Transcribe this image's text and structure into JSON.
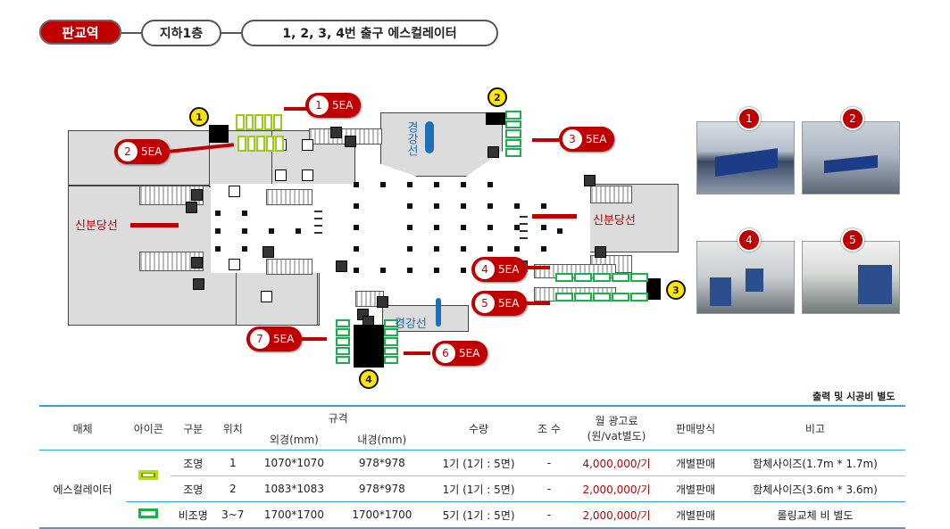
{
  "header": {
    "station": "판교역",
    "floor": "지하1층",
    "location": "1, 2, 3, 4번 출구 에스컬레이터"
  },
  "map": {
    "callouts": [
      {
        "num": "1",
        "label": "5EA"
      },
      {
        "num": "2",
        "label": "5EA"
      },
      {
        "num": "3",
        "label": "5EA"
      },
      {
        "num": "4",
        "label": "5EA"
      },
      {
        "num": "5",
        "label": "5EA"
      },
      {
        "num": "6",
        "label": "5EA"
      },
      {
        "num": "7",
        "label": "5EA"
      }
    ],
    "exits": [
      "1",
      "2",
      "3",
      "4"
    ],
    "lines": {
      "gyeonggang_top": "경강선",
      "gyeonggang_bottom": "경강선",
      "sinbundang_left": "신분당선",
      "sinbundang_right": "신분당선"
    },
    "accent_red": "#c00000",
    "lit_green": "#9ccc1a",
    "unlit_green": "#1ab04a",
    "line_blue": "#1f6fb8"
  },
  "photos": [
    {
      "num": "1"
    },
    {
      "num": "2"
    },
    {
      "num": "4"
    },
    {
      "num": "5"
    }
  ],
  "table": {
    "note": "출력 및 시공비 별도",
    "headers": {
      "media": "매체",
      "icon": "아이콘",
      "type": "구분",
      "position": "위치",
      "spec": "규격",
      "outer": "외경(mm)",
      "inner": "내경(mm)",
      "qty": "수량",
      "set": "조 수",
      "price": "월 광고료",
      "price_sub": "(원/vat별도)",
      "sale": "판매방식",
      "remark": "비고"
    },
    "media_name": "에스컬레이터",
    "rows": [
      {
        "type": "조명",
        "position": "1",
        "outer": "1070*1070",
        "inner": "978*978",
        "qty": "1기 (1기 : 5면)",
        "set": "-",
        "price": "4,000,000/기",
        "sale": "개별판매",
        "remark": "함체사이즈(1.7m * 1.7m)"
      },
      {
        "type": "조명",
        "position": "2",
        "outer": "1083*1083",
        "inner": "978*978",
        "qty": "1기 (1기 : 5면)",
        "set": "-",
        "price": "2,000,000/기",
        "sale": "개별판매",
        "remark": "함체사이즈(3.6m * 3.6m)"
      },
      {
        "type": "비조명",
        "position": "3~7",
        "outer": "1700*1700",
        "inner": "1700*1700",
        "qty": "5기 (1기 : 5면)",
        "set": "-",
        "price": "2,000,000/기",
        "sale": "개별판매",
        "remark": "롤링교체 비 별도"
      }
    ]
  }
}
